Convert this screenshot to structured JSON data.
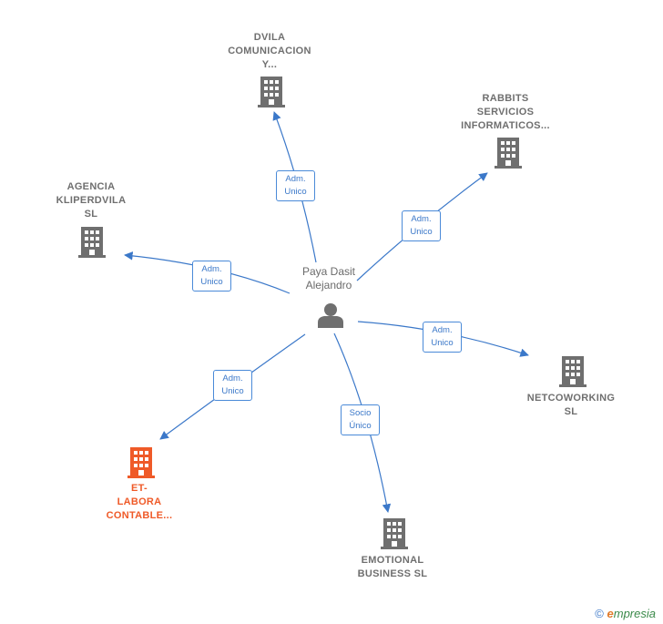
{
  "center": {
    "name_lines": [
      "Paya Dasit",
      "Alejandro"
    ],
    "icon": "person-icon"
  },
  "companies": [
    {
      "id": "dvila",
      "lines": [
        "DVILA",
        "COMUNICACION",
        "Y..."
      ],
      "color": "#6f6f6f",
      "icon": "building-icon"
    },
    {
      "id": "rabbits",
      "lines": [
        "RABBITS",
        "SERVICIOS",
        "INFORMATICOS..."
      ],
      "color": "#6f6f6f",
      "icon": "building-icon"
    },
    {
      "id": "agencia",
      "lines": [
        "AGENCIA",
        "KLIPERDVILA",
        "SL"
      ],
      "color": "#6f6f6f",
      "icon": "building-icon"
    },
    {
      "id": "netcoworking",
      "lines": [
        "NETCOWORKING",
        "SL"
      ],
      "color": "#6f6f6f",
      "icon": "building-icon"
    },
    {
      "id": "etlabora",
      "lines": [
        "ET-",
        "LABORA",
        "CONTABLE..."
      ],
      "color": "#ef5a28",
      "icon": "building-icon"
    },
    {
      "id": "emotional",
      "lines": [
        "EMOTIONAL",
        "BUSINESS SL"
      ],
      "color": "#6f6f6f",
      "icon": "building-icon"
    }
  ],
  "edges": [
    {
      "to": "dvila",
      "lines": [
        "Adm.",
        "Unico"
      ]
    },
    {
      "to": "rabbits",
      "lines": [
        "Adm.",
        "Unico"
      ]
    },
    {
      "to": "agencia",
      "lines": [
        "Adm.",
        "Unico"
      ]
    },
    {
      "to": "netcoworking",
      "lines": [
        "Adm.",
        "Unico"
      ]
    },
    {
      "to": "etlabora",
      "lines": [
        "Adm.",
        "Unico"
      ]
    },
    {
      "to": "emotional",
      "lines": [
        "Socio",
        "Único"
      ]
    }
  ],
  "colors": {
    "edge": "#3b78c9",
    "building": "#6f6f6f",
    "highlight": "#ef5a28"
  },
  "footer": {
    "copyright": "©",
    "brand_initial": "e",
    "brand_rest": "mpresia"
  }
}
